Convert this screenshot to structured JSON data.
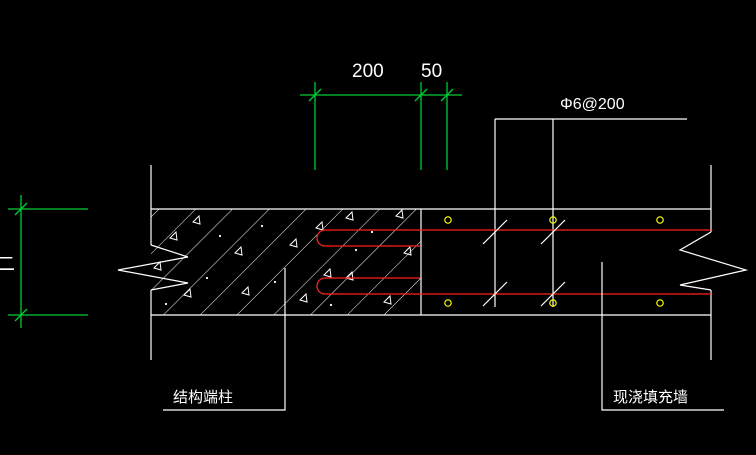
{
  "dimensions": {
    "width_a": "200",
    "width_b": "50",
    "left_partial": "二"
  },
  "rebar_label": "Φ6@200",
  "labels": {
    "left_component": "结构端柱",
    "right_component": "现浇填充墙"
  },
  "colors": {
    "background": "#000000",
    "dimension_lines": "#00cc33",
    "outline": "#ffffff",
    "rebar": "#ff2020",
    "rebar_dots": "#ffff00"
  }
}
